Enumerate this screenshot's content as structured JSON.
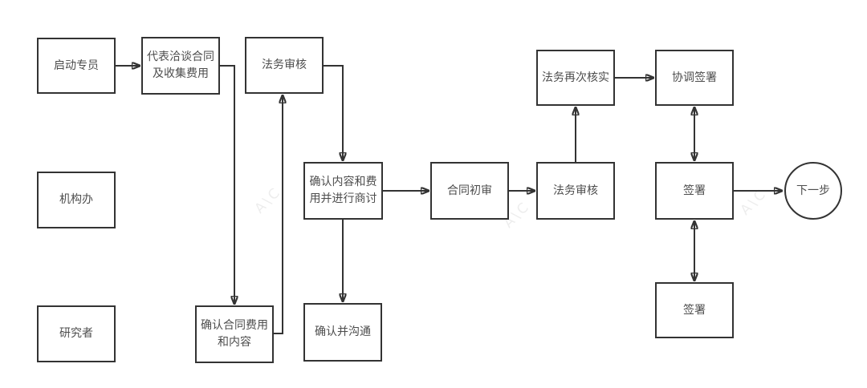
{
  "diagram": {
    "type": "flowchart",
    "nodes": [
      {
        "id": "start-specialist",
        "shape": "rect",
        "label": "启动专员"
      },
      {
        "id": "negotiate-collect",
        "shape": "rect",
        "label": "代表洽谈合同\n及收集费用"
      },
      {
        "id": "legal-review-1",
        "shape": "rect",
        "label": "法务审核"
      },
      {
        "id": "institution-office",
        "shape": "rect",
        "label": "机构办"
      },
      {
        "id": "researcher",
        "shape": "rect",
        "label": "研究者"
      },
      {
        "id": "confirm-fee-content",
        "shape": "rect",
        "label": "确认合同费用\n和内容"
      },
      {
        "id": "confirm-communicate",
        "shape": "rect",
        "label": "确认并沟通"
      },
      {
        "id": "confirm-content-fee-discuss",
        "shape": "rect",
        "label": "确认内容和费\n用并进行商讨"
      },
      {
        "id": "contract-first-review",
        "shape": "rect",
        "label": "合同初审"
      },
      {
        "id": "legal-review-2",
        "shape": "rect",
        "label": "法务审核"
      },
      {
        "id": "legal-reverify",
        "shape": "rect",
        "label": "法务再次核实"
      },
      {
        "id": "coordinate-signing",
        "shape": "rect",
        "label": "协调签署"
      },
      {
        "id": "sign-middle",
        "shape": "rect",
        "label": "签署"
      },
      {
        "id": "sign-bottom",
        "shape": "rect",
        "label": "签署"
      },
      {
        "id": "next-step",
        "shape": "circle",
        "label": "下一步"
      }
    ],
    "edges": [
      {
        "from": "start-specialist",
        "to": "negotiate-collect",
        "type": "one-way"
      },
      {
        "from": "negotiate-collect",
        "to": "confirm-fee-content",
        "type": "one-way"
      },
      {
        "from": "confirm-fee-content",
        "to": "legal-review-1",
        "type": "one-way"
      },
      {
        "from": "legal-review-1",
        "to": "confirm-content-fee-discuss",
        "type": "one-way"
      },
      {
        "from": "confirm-content-fee-discuss",
        "to": "contract-first-review",
        "type": "one-way"
      },
      {
        "from": "confirm-content-fee-discuss",
        "to": "confirm-communicate",
        "type": "one-way"
      },
      {
        "from": "contract-first-review",
        "to": "legal-review-2",
        "type": "one-way"
      },
      {
        "from": "legal-review-2",
        "to": "legal-reverify",
        "type": "one-way"
      },
      {
        "from": "legal-reverify",
        "to": "coordinate-signing",
        "type": "one-way"
      },
      {
        "from": "coordinate-signing",
        "to": "sign-middle",
        "type": "two-way"
      },
      {
        "from": "sign-middle",
        "to": "next-step",
        "type": "one-way"
      },
      {
        "from": "sign-middle",
        "to": "sign-bottom",
        "type": "two-way"
      }
    ],
    "watermark": {
      "text": "A\\C"
    },
    "colors": {
      "line": "#333333",
      "border": "#333333",
      "text": "#4d4d4d",
      "background": "#ffffff"
    }
  }
}
